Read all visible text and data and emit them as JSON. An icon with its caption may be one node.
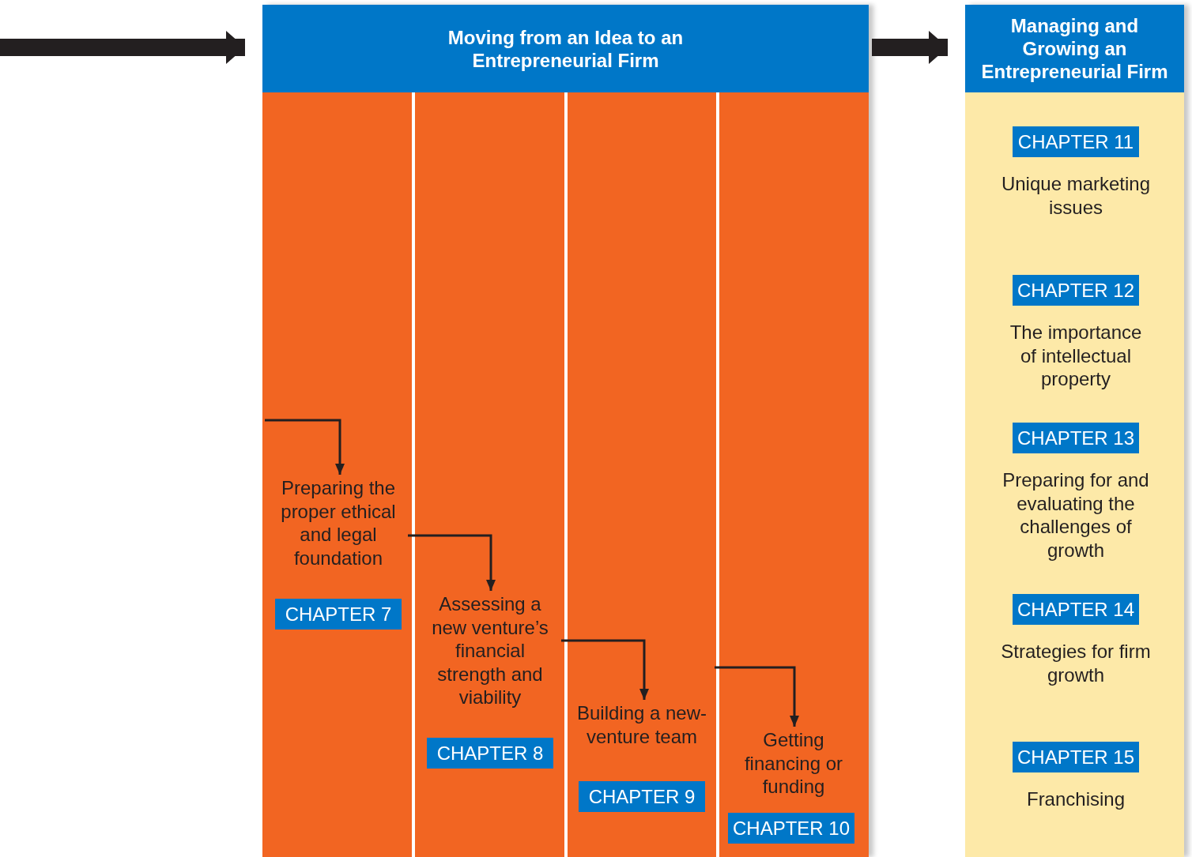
{
  "diagram": {
    "nodes": [
      {
        "text": [
          "Moving from an Idea to an Entrepreneurial Firm"
        ]
      },
      {
        "text": [
          "Preparing the proper ethical and legal foundation"
        ],
        "in": 0
      },
      {
        "text": [
          "CHAPTER 7"
        ],
        "in": 0
      },
      {
        "text": [
          "Assessing a new venture’s financial strength and viability"
        ],
        "in": 0
      },
      {
        "text": [
          "CHAPTER 8"
        ],
        "in": 0
      },
      {
        "text": [
          "Building a new-venture team"
        ],
        "in": 0
      },
      {
        "text": [
          "CHAPTER 9"
        ],
        "in": 0
      },
      {
        "text": [
          "Getting financing or funding"
        ],
        "in": 0
      },
      {
        "text": [
          "CHAPTER 10"
        ],
        "in": 0
      },
      {
        "text": [
          "Managing and Growing an Entrepreneurial Firm"
        ]
      },
      {
        "text": [
          "CHAPTER 11"
        ],
        "in": 9,
        "beside": [
          "Unique marketing issues"
        ]
      },
      {
        "text": [
          "CHAPTER 12"
        ],
        "in": 9,
        "beside": [
          "The importance of intellectual property"
        ]
      },
      {
        "text": [
          "CHAPTER 13"
        ],
        "in": 9,
        "beside": [
          "Preparing for and evaluating the challenges of growth"
        ]
      },
      {
        "text": [
          "CHAPTER 14"
        ],
        "in": 9,
        "beside": [
          "Strategies for firm growth"
        ]
      },
      {
        "text": [
          "CHAPTER 15"
        ],
        "in": 9,
        "beside": [
          "Franchising"
        ]
      }
    ],
    "edges": [
      {
        "from": null,
        "to": 0,
        "arrow": "to",
        "style": "thick"
      },
      {
        "from": 0,
        "to": 9,
        "arrow": "to",
        "style": "thick"
      },
      {
        "from": null,
        "to": 1,
        "arrow": "to"
      },
      {
        "from": 1,
        "to": 3,
        "arrow": "to"
      },
      {
        "from": 3,
        "to": 5,
        "arrow": "to"
      },
      {
        "from": 5,
        "to": 7,
        "arrow": "to"
      }
    ]
  }
}
